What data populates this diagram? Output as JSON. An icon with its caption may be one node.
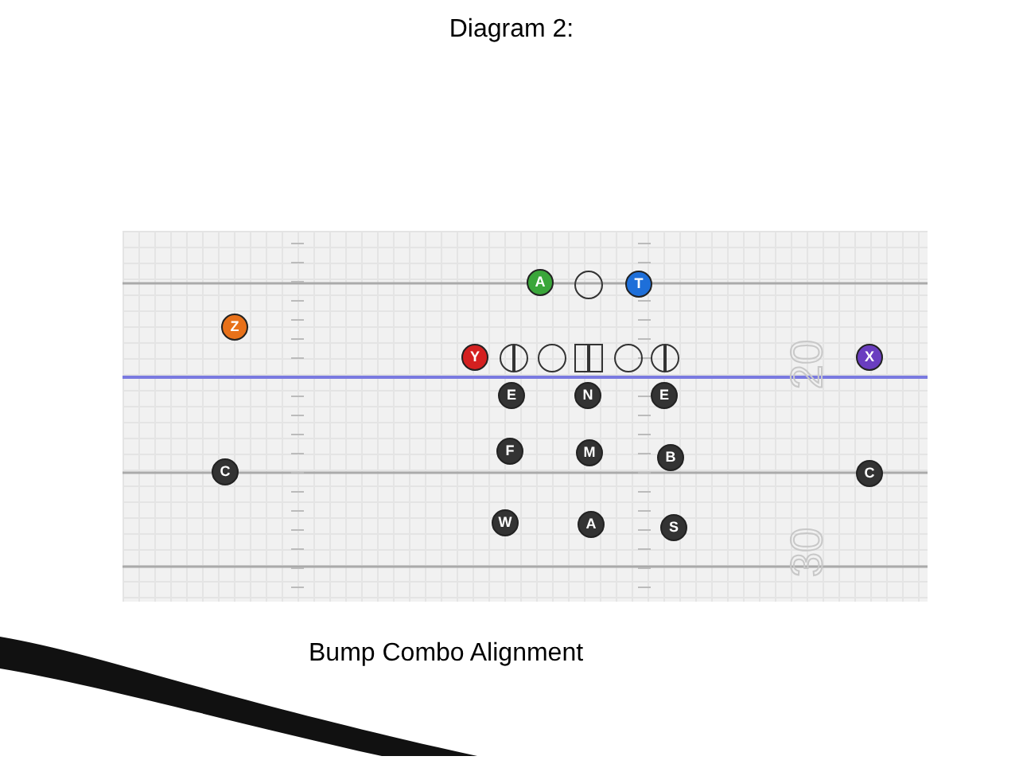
{
  "diagram": {
    "title": "Diagram 2:",
    "caption": "Bump Combo Alignment",
    "nodes": [
      {
        "text": [
          "A"
        ]
      },
      {
        "text": [],
        "shape": "circle"
      },
      {
        "text": [
          "T"
        ]
      },
      {
        "text": [
          "Z"
        ]
      },
      {
        "text": [
          "Y"
        ]
      },
      {
        "text": [],
        "shape": "circle"
      },
      {
        "text": [],
        "shape": "circle"
      },
      {
        "text": [],
        "shape": "box"
      },
      {
        "text": [],
        "shape": "circle"
      },
      {
        "text": [],
        "shape": "circle"
      },
      {
        "text": [
          "X"
        ]
      },
      {
        "text": [
          "E"
        ]
      },
      {
        "text": [
          "N"
        ]
      },
      {
        "text": [
          "E"
        ]
      },
      {
        "text": [
          "F"
        ]
      },
      {
        "text": [
          "M"
        ]
      },
      {
        "text": [
          "B"
        ]
      },
      {
        "text": [
          "C"
        ]
      },
      {
        "text": [
          "C"
        ]
      },
      {
        "text": [
          "W"
        ]
      },
      {
        "text": [
          "A"
        ]
      },
      {
        "text": [
          "S"
        ]
      }
    ],
    "labels": [
      "20",
      "30"
    ]
  }
}
